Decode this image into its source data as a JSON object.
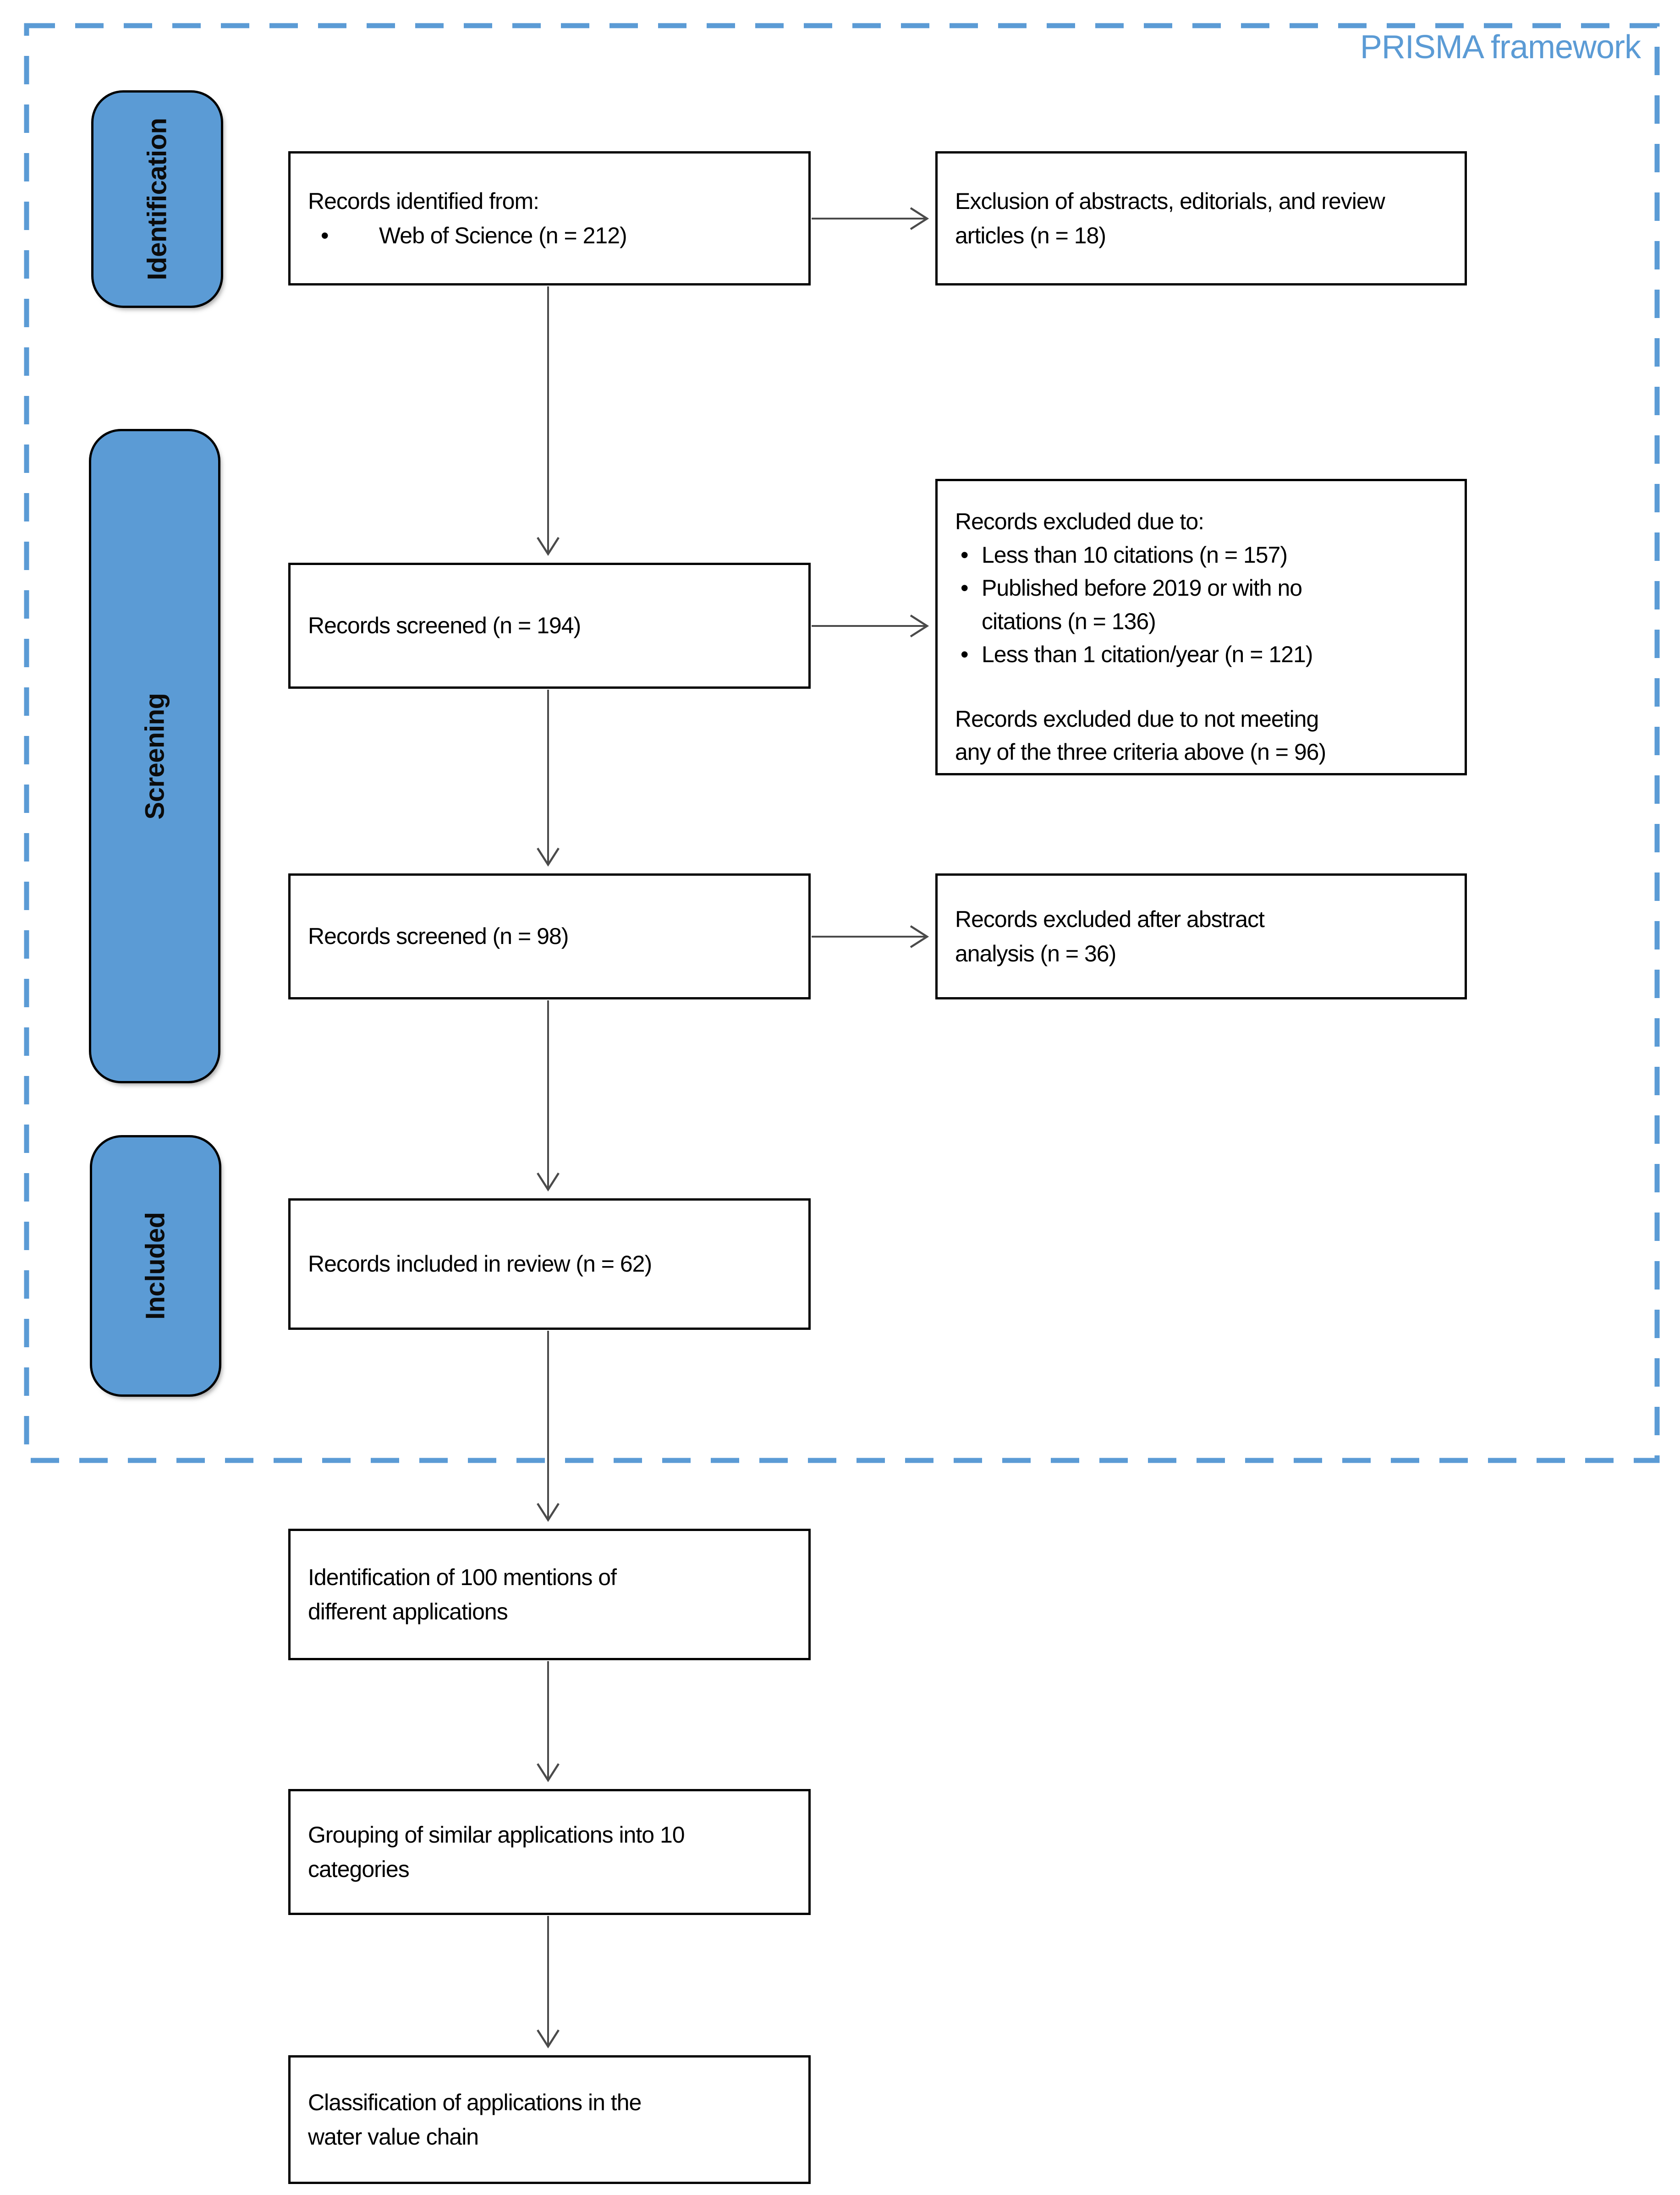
{
  "frame": {
    "label": "PRISMA framework"
  },
  "glyphs": {
    "bullet": "•"
  },
  "stages": [
    {
      "label": "Identification"
    },
    {
      "label": "Screening"
    },
    {
      "label": "Included"
    }
  ],
  "boxes": {
    "records_identified": {
      "title": "Records identified from:",
      "bullet": "Web of Science (n = 212)"
    },
    "exclusion_articles": {
      "lines": [
        "Exclusion of abstracts, editorials, and review",
        "articles (n = 18)"
      ]
    },
    "records_screened_194": {
      "text": "Records screened (n = 194)"
    },
    "records_excluded_criteria": {
      "title": "Records excluded due to:",
      "bullets": [
        {
          "lines": [
            "Less than 10 citations (n = 157)"
          ]
        },
        {
          "lines": [
            "Published before 2019 or with no",
            "citations (n = 136)"
          ]
        },
        {
          "lines": [
            "Less than 1 citation/year (n = 121)"
          ]
        }
      ],
      "footer_lines": [
        "Records excluded due to not meeting",
        "any of the three criteria above (n = 96)"
      ]
    },
    "records_screened_98": {
      "text": "Records screened (n = 98)"
    },
    "records_excluded_abstract": {
      "lines": [
        "Records excluded after abstract",
        "analysis (n = 36)"
      ]
    },
    "records_included_review": {
      "text": "Records included in review (n = 62)"
    },
    "identification_mentions": {
      "lines": [
        "Identification of 100 mentions of",
        "different applications"
      ]
    },
    "grouping_categories": {
      "lines": [
        "Grouping of similar applications into 10",
        "categories"
      ]
    },
    "classification_chain": {
      "lines": [
        "Classification of applications in the",
        "water value chain"
      ]
    }
  },
  "colors": {
    "accent": "#5B9BD5",
    "box_border": "#000000",
    "arrow": "#4A4A4A",
    "text": "#000000"
  }
}
